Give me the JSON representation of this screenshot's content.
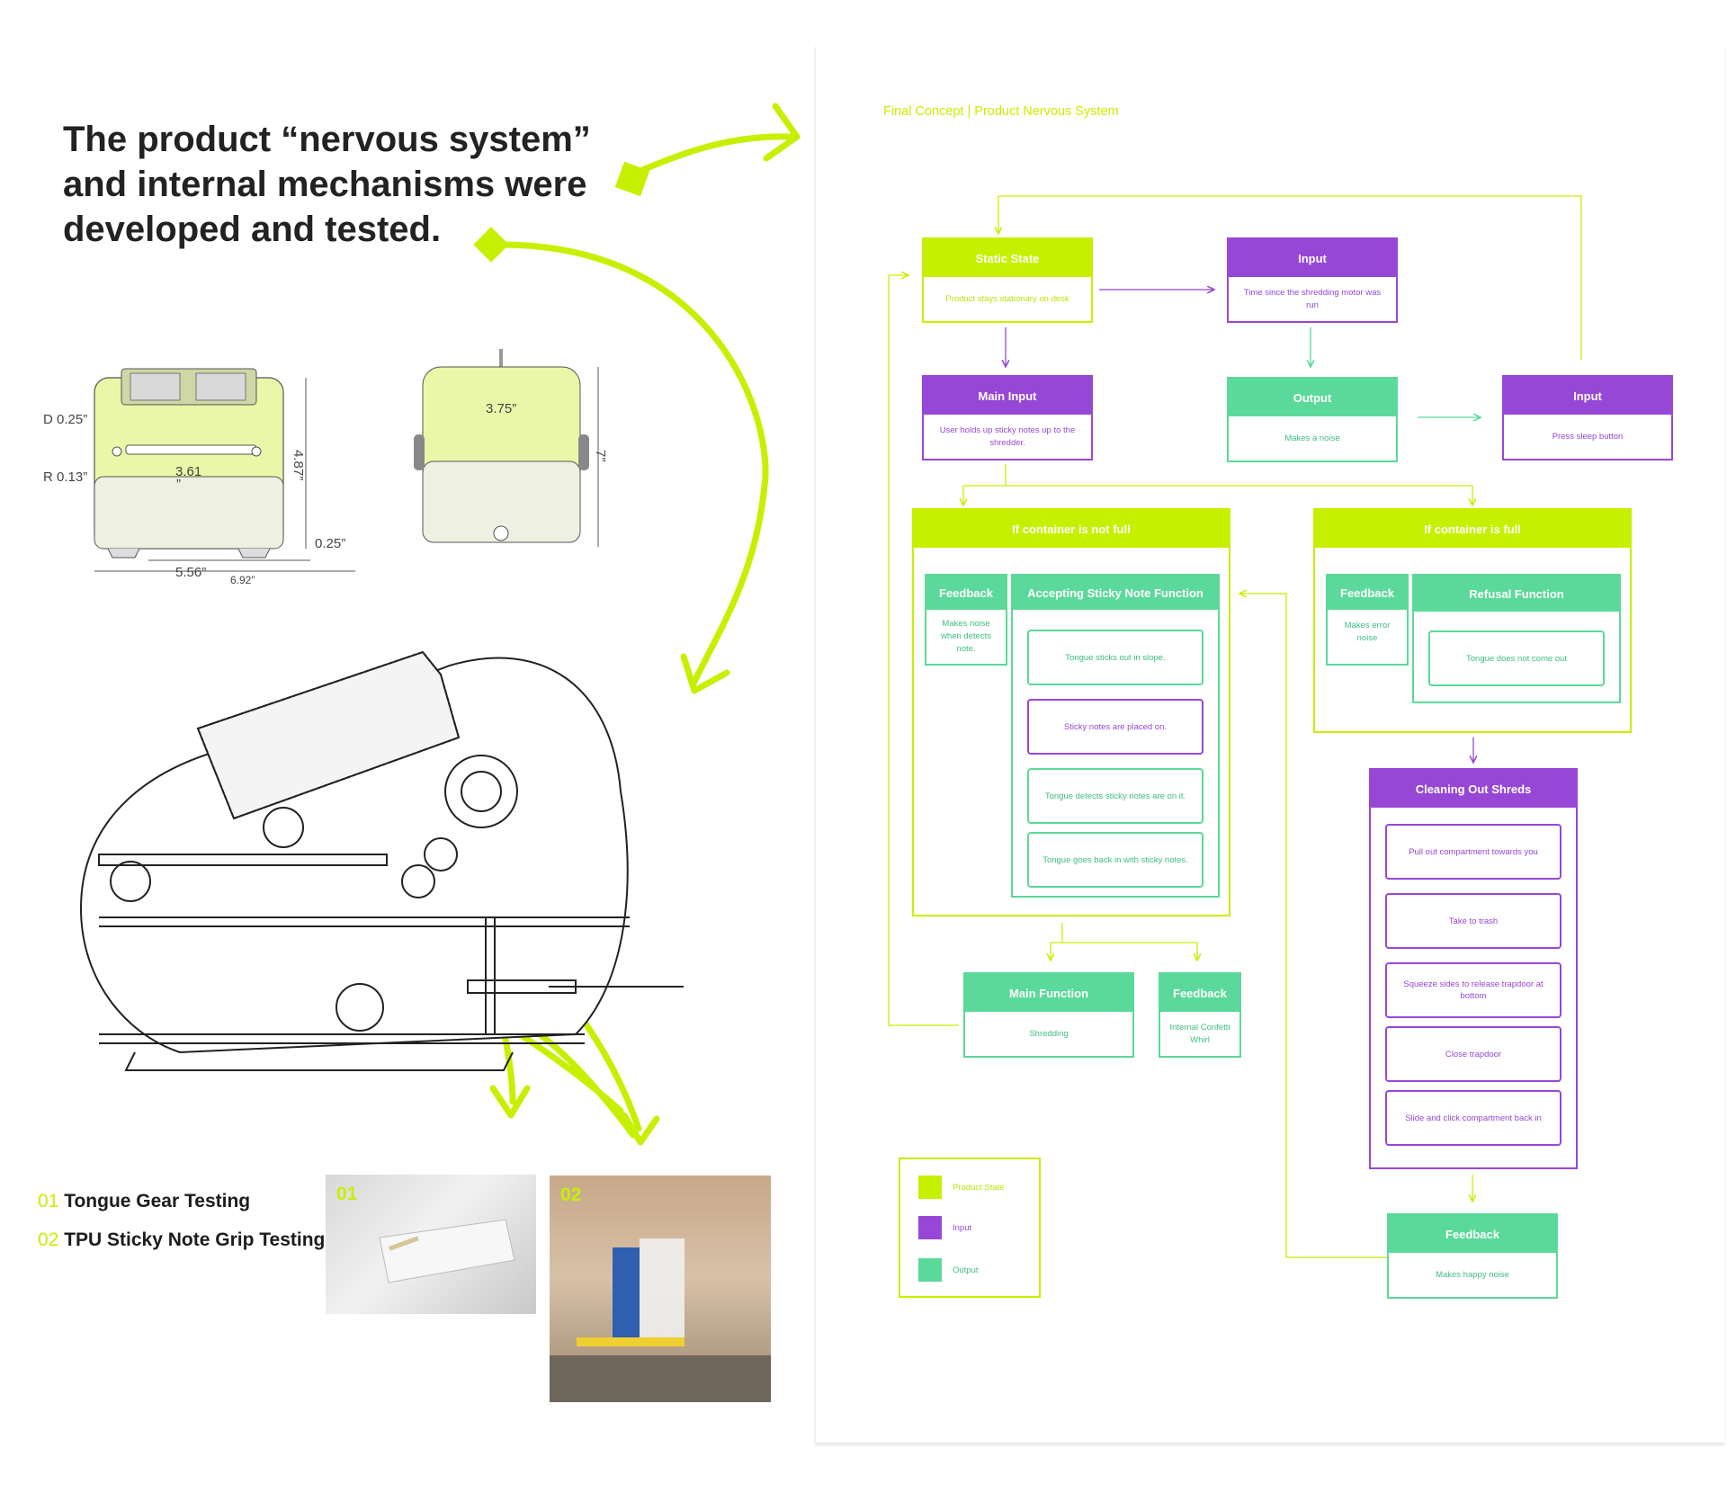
{
  "headline": [
    "The product “nervous system”",
    "and internal mechanisms were",
    "developed and tested."
  ],
  "dimensions": {
    "d": "D 0.25”",
    "r": "R 0.13”",
    "width_inner": "3.61",
    "inch_mark": "”",
    "width_outer": "5.56”",
    "width_total": "6.92”",
    "height_front": "4.87”",
    "foot": "0.25”",
    "side_width": "3.75”",
    "side_height": "7”"
  },
  "tests": [
    {
      "num": "01",
      "label": "Tongue Gear Testing"
    },
    {
      "num": "02",
      "label": "TPU Sticky Note Grip Testing"
    }
  ],
  "photos": [
    {
      "num": "01"
    },
    {
      "num": "02"
    }
  ],
  "flow": {
    "title": "Final Concept | Product Nervous System",
    "static_state": {
      "title": "Static State",
      "body": "Product stays stationary on desk"
    },
    "input_time": {
      "title": "Input",
      "body": "Time since the shredding motor was run"
    },
    "main_input": {
      "title": "Main Input",
      "body": "User holds up sticky notes up to the shredder."
    },
    "output_noise": {
      "title": "Output",
      "body": "Makes a noise"
    },
    "input_sleep": {
      "title": "Input",
      "body": "Press sleep button"
    },
    "not_full": {
      "title": "If container is not full",
      "feedback": {
        "title": "Feedback",
        "body": "Makes noise when detects note."
      },
      "accepting": {
        "title": "Accepting Sticky Note Function",
        "steps": [
          "Tongue sticks out in slope.",
          "Sticky notes are placed on.",
          "Tongue detects sticky notes are on it.",
          "Tongue goes back in with sticky notes."
        ]
      }
    },
    "full": {
      "title": "If container is full",
      "feedback": {
        "title": "Feedback",
        "body": "Makes error noise"
      },
      "refusal": {
        "title": "Refusal Function",
        "step": "Tongue does not come out"
      }
    },
    "main_function": {
      "title": "Main Function",
      "body": "Shredding"
    },
    "feedback_confetti": {
      "title": "Feedback",
      "body": "Internal Confetti Whirl"
    },
    "cleaning": {
      "title": "Cleaning Out Shreds",
      "steps": [
        "Pull out compartment towards you",
        "Take to trash",
        "Squeeze sides to release trapdoor at bottom",
        "Close trapdoor",
        "Slide and click compartment back in"
      ]
    },
    "feedback_happy": {
      "title": "Feedback",
      "body": "Makes happy noise"
    },
    "legend": [
      {
        "label": "Product State",
        "color": "#c6f000"
      },
      {
        "label": "Input",
        "color": "#9747d6"
      },
      {
        "label": "Output",
        "color": "#5bd99a"
      }
    ]
  },
  "colors": {
    "lime": "#c6f000",
    "purple": "#9747d6",
    "green": "#5bd99a"
  }
}
